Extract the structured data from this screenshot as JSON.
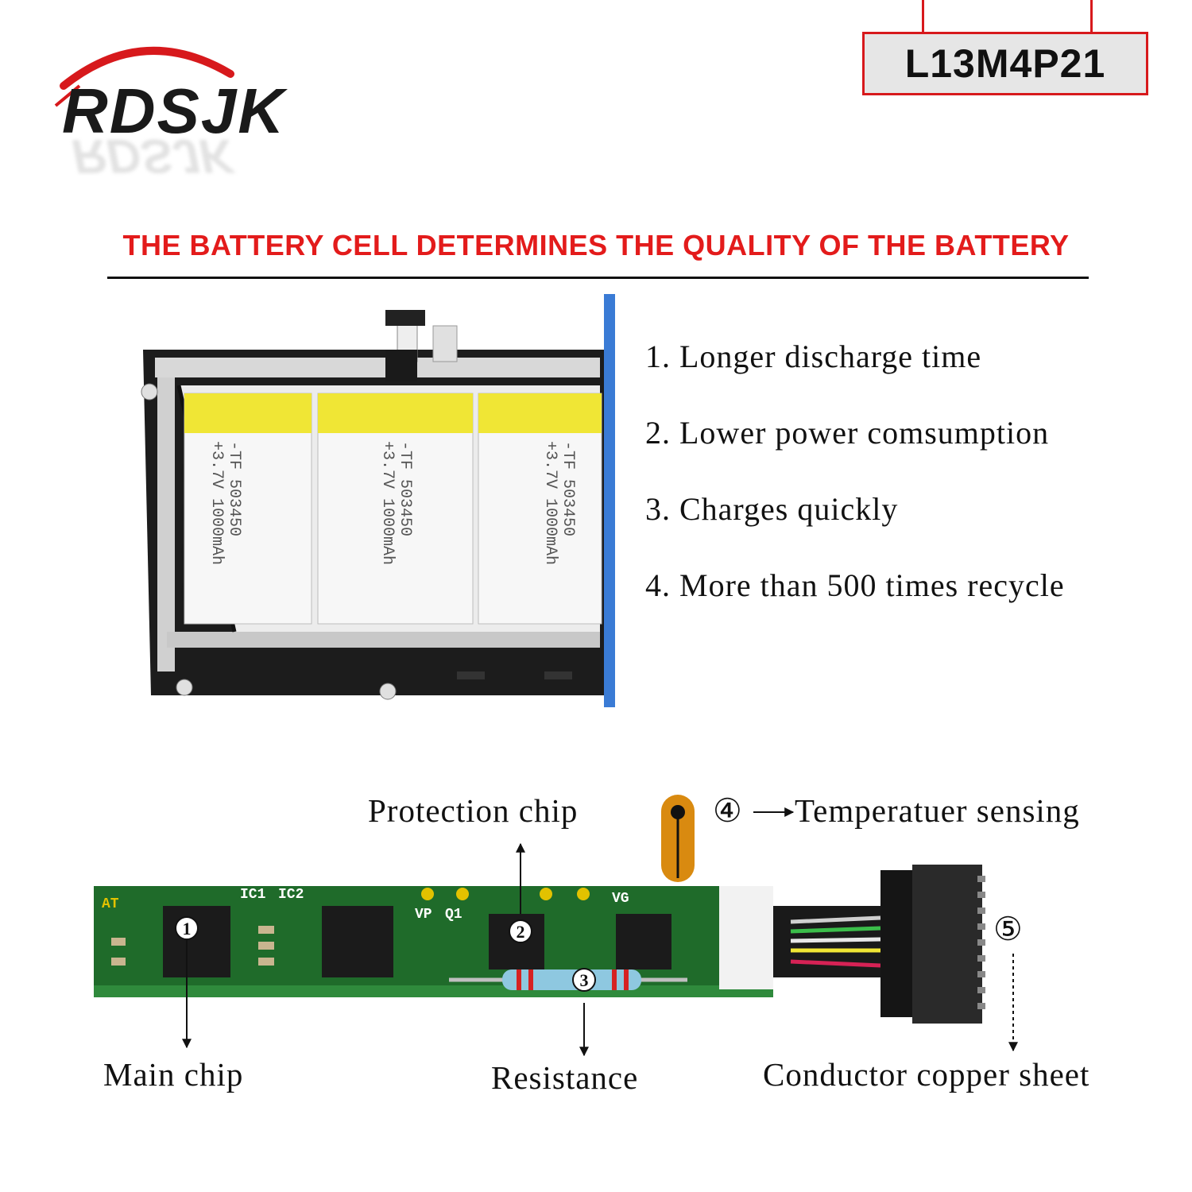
{
  "brand": {
    "logo_text": "RDSJK"
  },
  "model": {
    "label": "L13M4P21"
  },
  "headline": "THE BATTERY CELL DETERMINES THE QUALITY OF THE BATTERY",
  "features": [
    "1. Longer discharge time",
    "2. Lower power comsumption",
    "3. Charges quickly",
    "4. More than 500 times recycle"
  ],
  "battery_cells": [
    {
      "line1": "+3.7V",
      "line2": "1000mAh",
      "line3": "503450",
      "line4": "-TF"
    },
    {
      "line1": "+3.7V",
      "line2": "1000mAh",
      "line3": "503450",
      "line4": "-TF"
    },
    {
      "line1": "+3.7V",
      "line2": "1000mAh",
      "line3": "503450",
      "line4": "-TF"
    }
  ],
  "pcb": {
    "silkscreen": {
      "ic1": "IC1",
      "ic2": "IC2",
      "vp": "VP",
      "q1": "Q1",
      "vg": "VG",
      "at": "AT"
    },
    "markers": {
      "m1": "1",
      "m2": "2",
      "m3": "3"
    }
  },
  "callouts": {
    "protection_chip": "Protection chip",
    "temperature_num": "④",
    "temperature_label": "Temperatuer sensing",
    "conductor_num": "⑤",
    "main_chip": "Main chip",
    "resistance": "Resistance",
    "conductor": "Conductor copper sheet"
  },
  "colors": {
    "brand_red": "#d7191c",
    "headline_red": "#e31b1b",
    "pcb_green": "#1f6b2a",
    "cell_yellow": "#f0e635",
    "blue_edge": "#3a7bd5"
  }
}
